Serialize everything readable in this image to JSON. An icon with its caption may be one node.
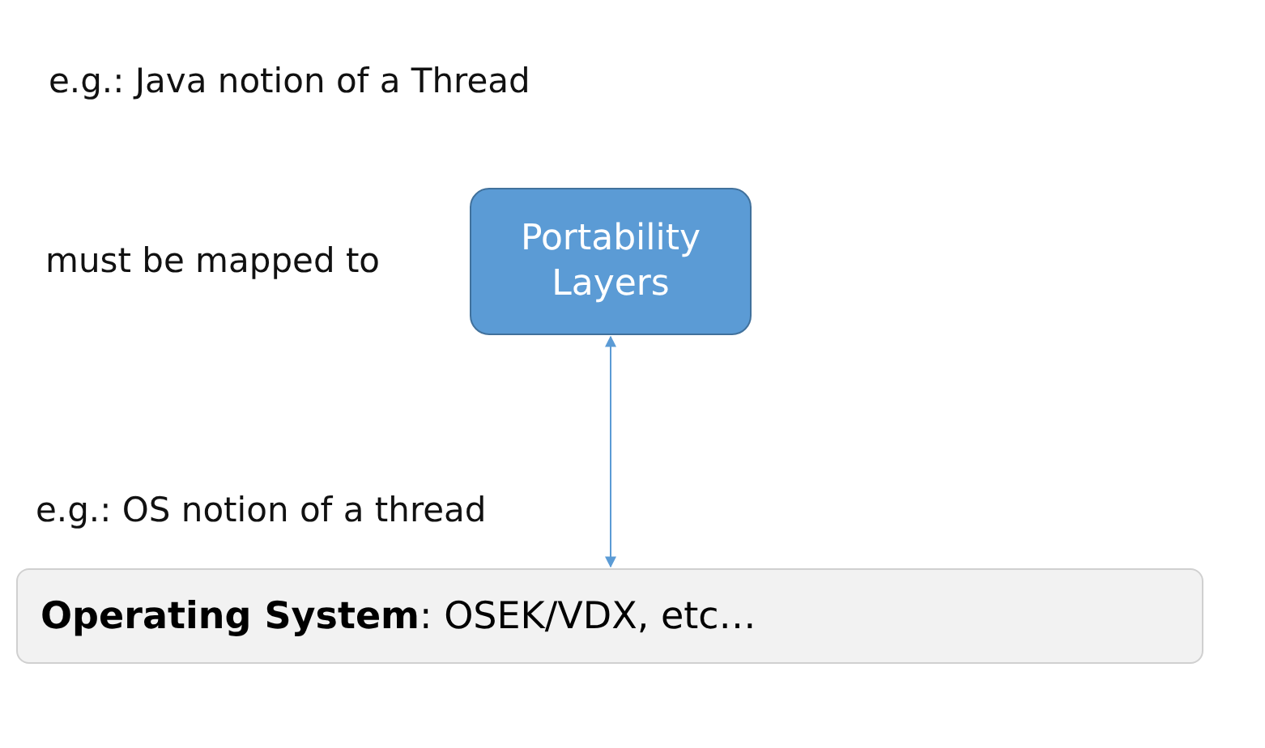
{
  "diagram": {
    "nodes": [
      {
        "text": [
          "Portability Layers"
        ]
      },
      {
        "text": [
          "**Operating System**: OSEK/VDX, etc…"
        ]
      }
    ],
    "edges": [
      {
        "from": 0,
        "to": 1,
        "arrow": "both"
      }
    ],
    "labels": [
      "e.g.: Java notion of a Thread",
      "must be mapped to",
      "e.g.: OS notion of a thread"
    ]
  }
}
